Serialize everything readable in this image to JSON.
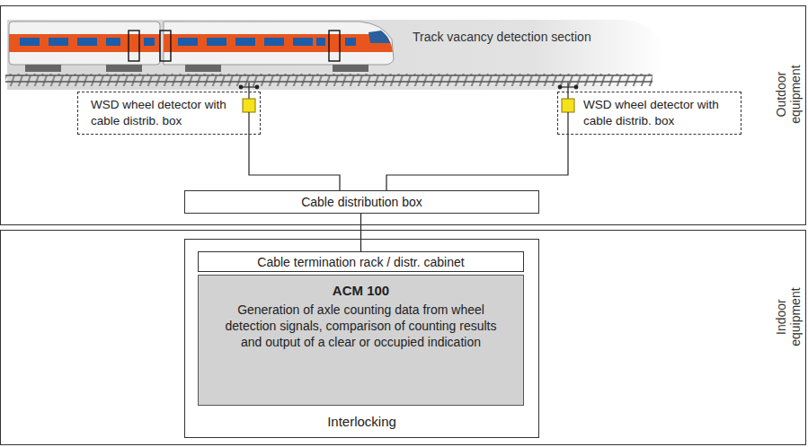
{
  "diagram": {
    "nodes": [
      {
        "text": [
          "Outdoor equipment"
        ]
      },
      {
        "text": [
          "Track vacancy detection section"
        ],
        "in": 0
      },
      {
        "text": [
          "WSD wheel detector with cable distrib. box"
        ],
        "in": 0
      },
      {
        "text": [
          "WSD wheel detector with cable distrib. box"
        ],
        "in": 0
      },
      {
        "text": [
          "Cable distribution box"
        ],
        "in": 0
      },
      {
        "text": [
          "Indoor equipment"
        ]
      },
      {
        "text": [
          "Interlocking"
        ],
        "in": 5
      },
      {
        "text": [
          "Cable termination rack / distr. cabinet"
        ],
        "in": 6
      },
      {
        "text": [
          "ACM 100",
          "Generation of axle counting data from wheel detection signals, comparison of counting results and output of a clear or occupied indication"
        ],
        "in": 6
      }
    ],
    "edges": [
      {
        "from": 2,
        "to": 4,
        "arrow": "none"
      },
      {
        "from": 3,
        "to": 4,
        "arrow": "none"
      },
      {
        "from": 4,
        "to": 7,
        "arrow": "none"
      }
    ]
  }
}
